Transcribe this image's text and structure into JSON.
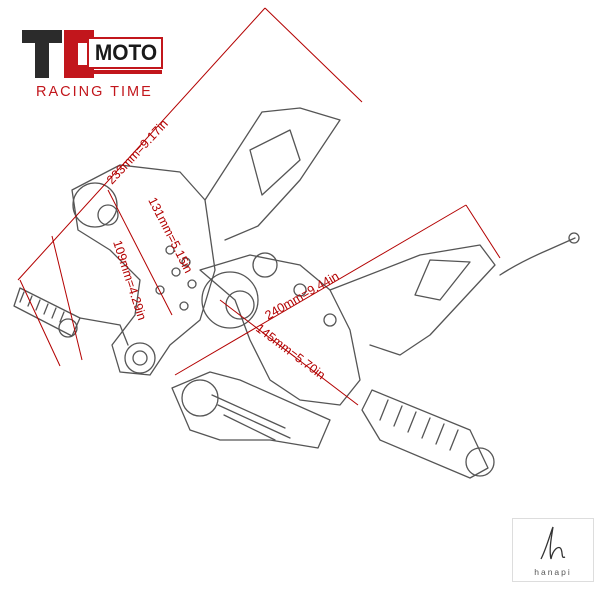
{
  "brand": {
    "logo_letters": "TC",
    "name": "MOTO",
    "tagline": "RACING TIME",
    "red_color": "#c2161c",
    "dark_color": "#2b2b2b"
  },
  "dimensions": {
    "line_color": "#b30000",
    "items": [
      {
        "id": "overall-length",
        "label": "233mm=9.17in"
      },
      {
        "id": "hole-spacing",
        "label": "131mm=5.15in"
      },
      {
        "id": "height",
        "label": "109mm=4.29in"
      },
      {
        "id": "right-length",
        "label": "240mm=9.44in"
      },
      {
        "id": "right-hole-spacing",
        "label": "145mm=5.70in"
      }
    ]
  },
  "watermark": {
    "text": "hanapi",
    "icon": "signature-mark-icon"
  }
}
